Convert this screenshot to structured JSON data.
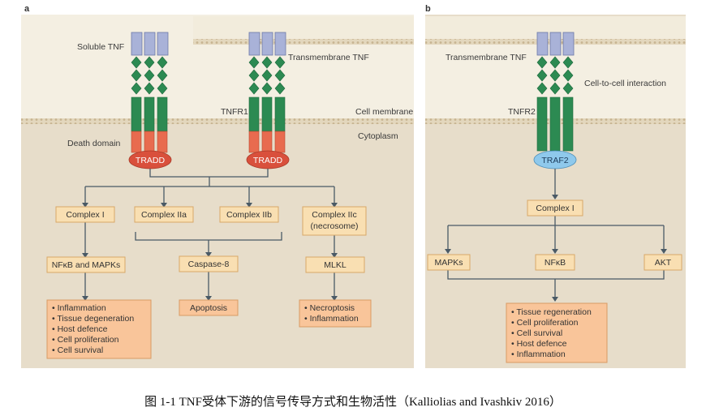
{
  "panel_a": {
    "letter": "a",
    "soluble_tnf": "Soluble TNF",
    "transmembrane_tnf": "Transmembrane TNF",
    "tnfr1": "TNFR1",
    "cell_membrane": "Cell membrane",
    "cytoplasm": "Cytoplasm",
    "death_domain": "Death domain",
    "tradd_left": "TRADD",
    "tradd_right": "TRADD",
    "complex_i": "Complex I",
    "complex_iia": "Complex IIa",
    "complex_iib": "Complex IIb",
    "complex_iic": [
      "Complex IIc",
      "(necrosome)"
    ],
    "nfkb_mapks": "NFκB and MAPKs",
    "caspase8": "Caspase-8",
    "mlkl": "MLKL",
    "outcomes_left": [
      "• Inflammation",
      "• Tissue degeneration",
      "• Host defence",
      "• Cell proliferation",
      "• Cell survival"
    ],
    "apoptosis": "Apoptosis",
    "outcomes_right": [
      "• Necroptosis",
      "• Inflammation"
    ]
  },
  "panel_b": {
    "letter": "b",
    "transmembrane_tnf": "Transmembrane TNF",
    "cell_to_cell": "Cell-to-cell interaction",
    "tnfr2": "TNFR2",
    "traf2": "TRAF2",
    "complex_i": "Complex I",
    "mapks": "MAPKs",
    "nfkb": "NFκB",
    "akt": "AKT",
    "outcomes": [
      "• Tissue regeneration",
      "• Cell proliferation",
      "• Cell survival",
      "• Host defence",
      "• Inflammation"
    ]
  },
  "caption": "图  1-1    TNF受体下游的信号传导方式和生物活性（Kalliolias and Ivashkiv 2016）",
  "colors": {
    "background_panel": "#f4efe2",
    "cytoplasm": "#e7ddca",
    "membrane": "#d8c9a8",
    "ligand": "#a9b2d8",
    "receptor_green": "#2c8a52",
    "death_domain_red": "#e86b4f",
    "tradd": "#d9503c",
    "traf2": "#8fc9ec",
    "box_fill": "#f9dfb2",
    "outcome_fill": "#f9c59a"
  }
}
